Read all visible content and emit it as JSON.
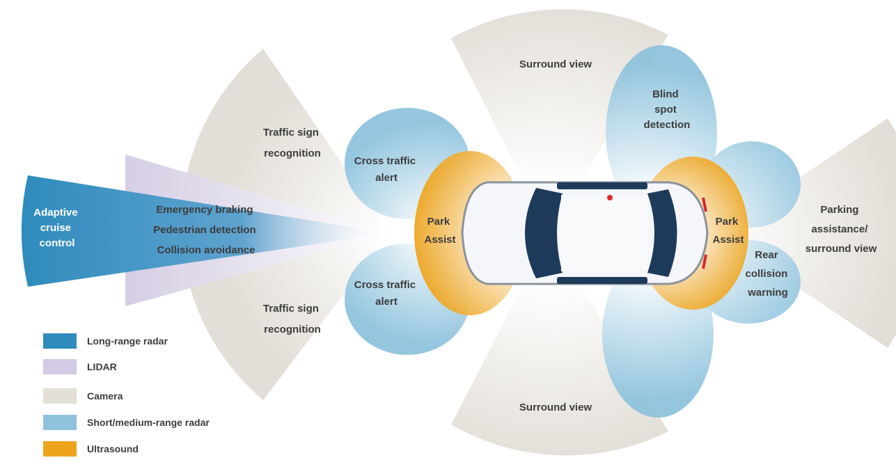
{
  "colors": {
    "long_range_radar": "#2f8bbd",
    "lidar": "#d3cbe3",
    "camera": "#e3dfd8",
    "short_medium_radar": "#8fc3dd",
    "ultrasound": "#eda31c",
    "car_body": "#f4f6fa",
    "car_glass": "#1e3a5a",
    "label_text": "#3c3c3c"
  },
  "labels": {
    "adaptive_cruise_control": [
      "Adaptive",
      "cruise",
      "control"
    ],
    "lidar_functions": [
      "Emergency braking",
      "Pedestrian detection",
      "Collision avoidance"
    ],
    "traffic_sign_top": [
      "Traffic sign",
      "recognition"
    ],
    "traffic_sign_bottom": [
      "Traffic sign",
      "recognition"
    ],
    "cross_traffic_top": [
      "Cross traffic",
      "alert"
    ],
    "cross_traffic_bottom": [
      "Cross traffic",
      "alert"
    ],
    "park_assist_front": [
      "Park",
      "Assist"
    ],
    "park_assist_rear": [
      "Park",
      "Assist"
    ],
    "surround_view_top": "Surround view",
    "surround_view_bottom": "Surround view",
    "blind_spot": [
      "Blind",
      "spot",
      "detection"
    ],
    "rear_collision": [
      "Rear",
      "collision",
      "warning"
    ],
    "parking_assistance": [
      "Parking",
      "assistance/",
      "surround view"
    ]
  },
  "legend": [
    {
      "label": "Long-range radar",
      "color": "#2f8bbd"
    },
    {
      "label": "LIDAR",
      "color": "#d3cbe3"
    },
    {
      "label": "Camera",
      "color": "#e3dfd8"
    },
    {
      "label": "Short/medium-range radar",
      "color": "#8fc3dd"
    },
    {
      "label": "Ultrasound",
      "color": "#eda31c"
    }
  ]
}
